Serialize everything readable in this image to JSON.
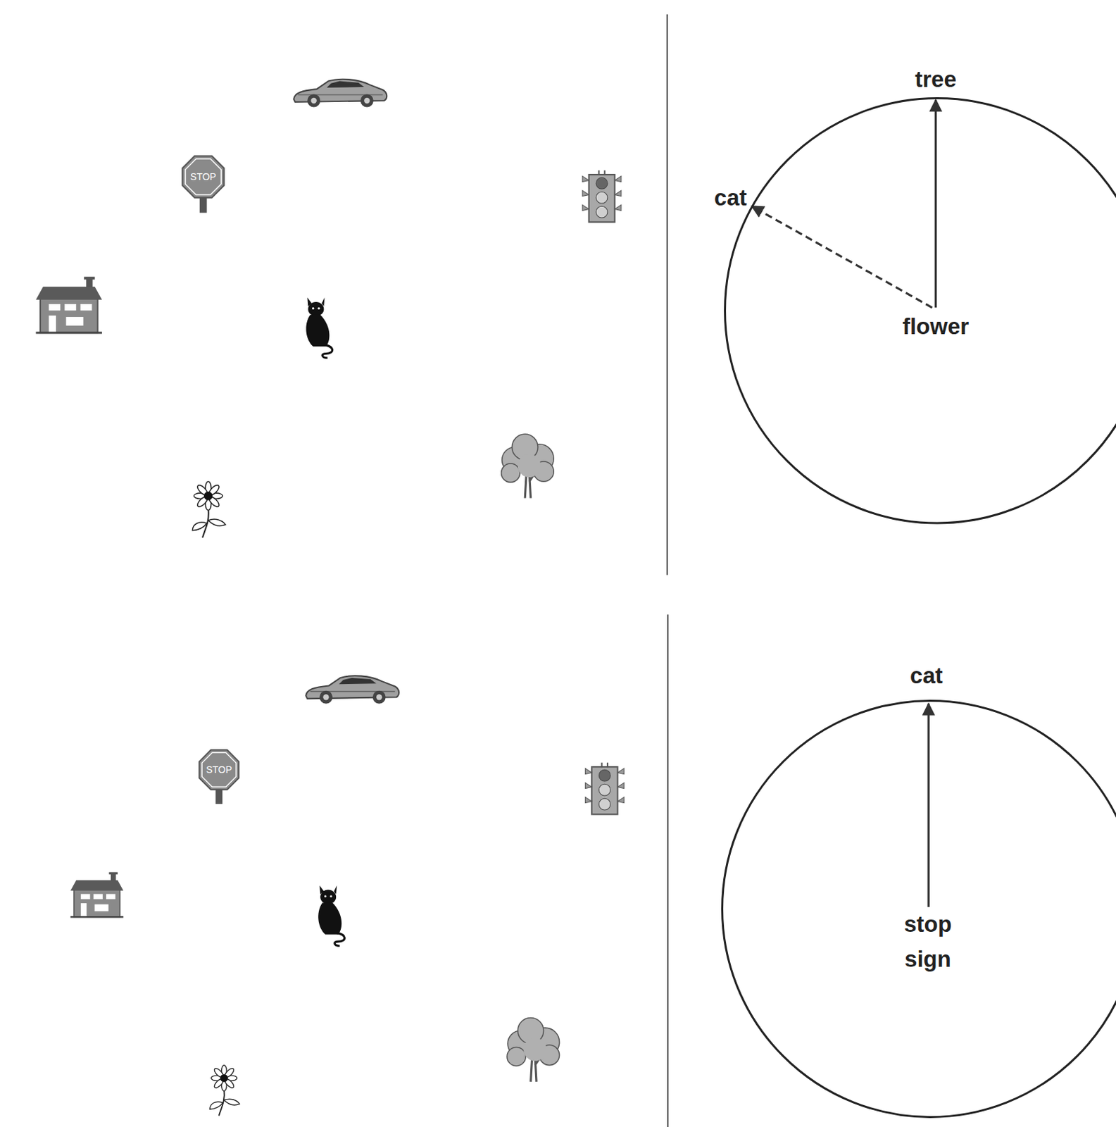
{
  "diagram": {
    "nodes": [
      {
        "text": [
          "tree",
          "cat",
          "flower"
        ]
      },
      {
        "text": [
          "cat",
          "stop sign"
        ]
      }
    ],
    "labels": [
      "STOP",
      "STOP"
    ]
  }
}
